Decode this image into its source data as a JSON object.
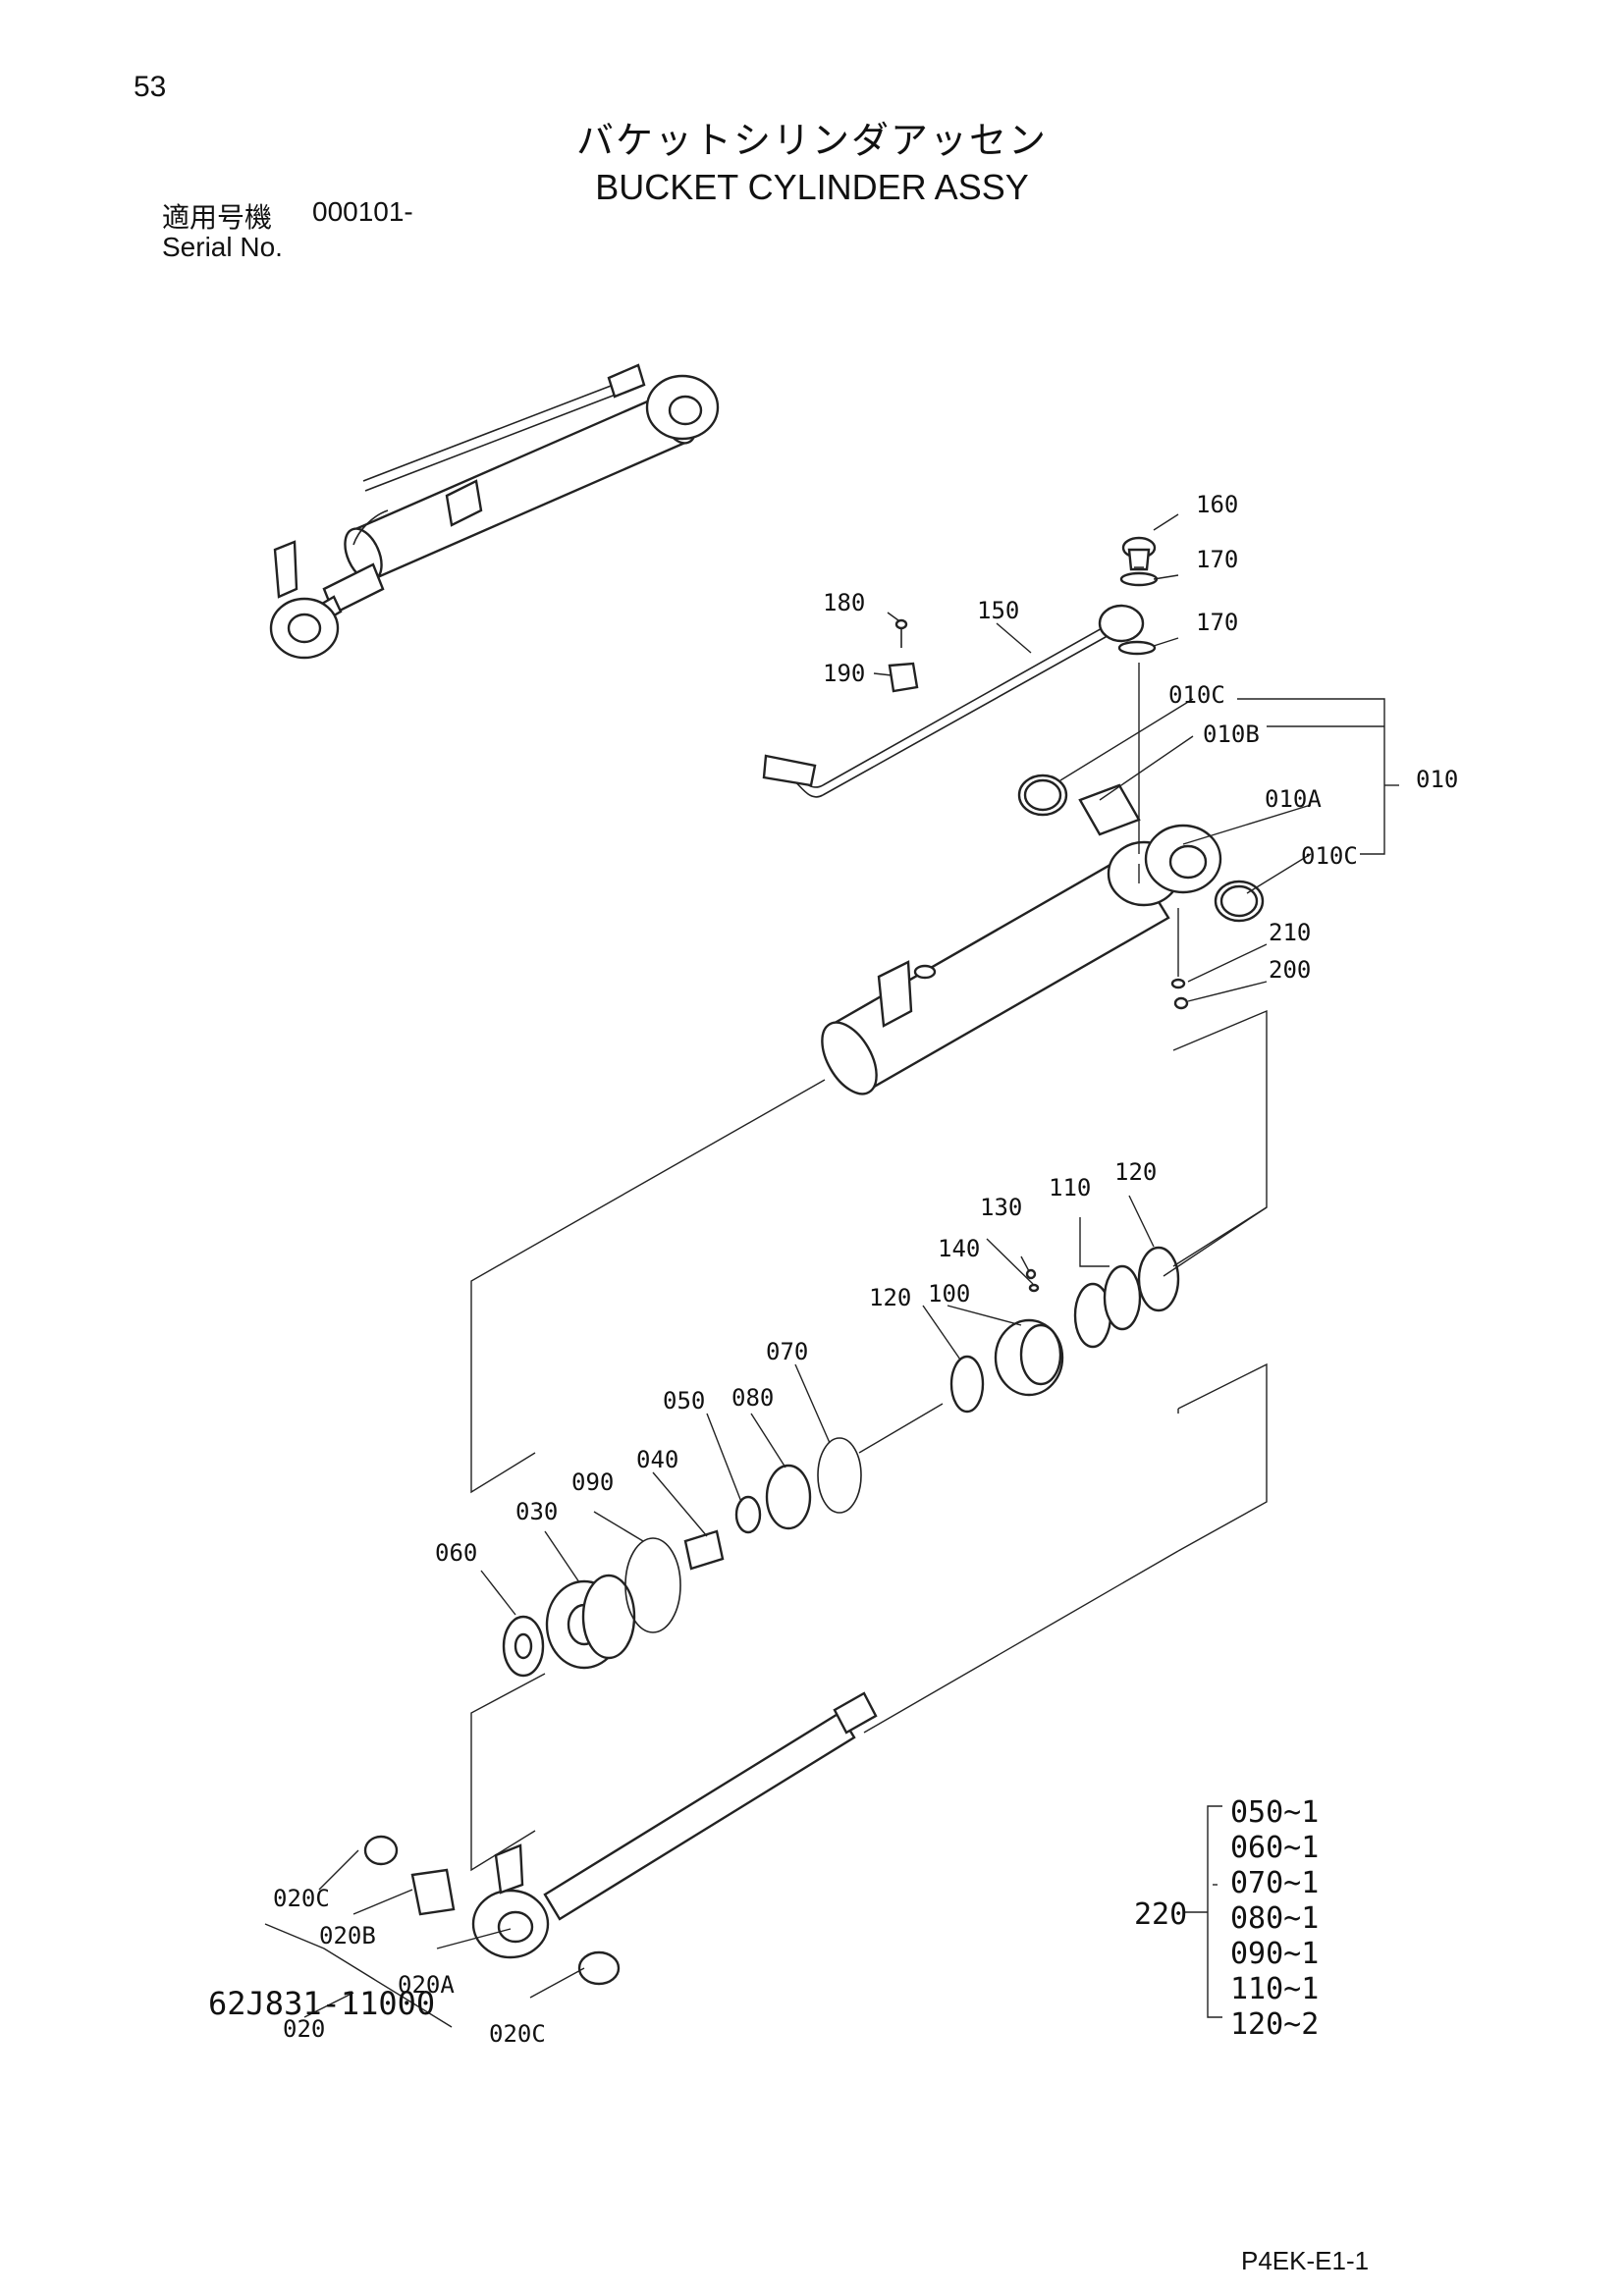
{
  "header": {
    "page_number": "53",
    "title_jp": "バケットシリンダアッセン",
    "title_en": "BUCKET CYLINDER ASSY",
    "serial_label_jp": "適用号機",
    "serial_value": "000101-",
    "serial_label_en": "Serial No."
  },
  "footer": {
    "part_number": "62J831-11000",
    "page_code": "P4EK-E1-1"
  },
  "callouts": {
    "p160": "160",
    "p170a": "170",
    "p170b": "170",
    "p180": "180",
    "p150": "150",
    "p190": "190",
    "p010C_top": "010C",
    "p010B": "010B",
    "p010": "010",
    "p010A": "010A",
    "p010C_bottom": "010C",
    "p210": "210",
    "p200": "200",
    "p130": "130",
    "p110": "110",
    "p120_right": "120",
    "p140": "140",
    "p120_left": "120",
    "p100": "100",
    "p070": "070",
    "p050": "050",
    "p080": "080",
    "p040": "040",
    "p090": "090",
    "p030": "030",
    "p060": "060",
    "p020C_top": "020C",
    "p020B": "020B",
    "p020A": "020A",
    "p020": "020",
    "p020C_bottom": "020C"
  },
  "seal_kit": {
    "number": "220",
    "items": [
      "050~1",
      "060~1",
      "070~1",
      "080~1",
      "090~1",
      "110~1",
      "120~2"
    ]
  }
}
